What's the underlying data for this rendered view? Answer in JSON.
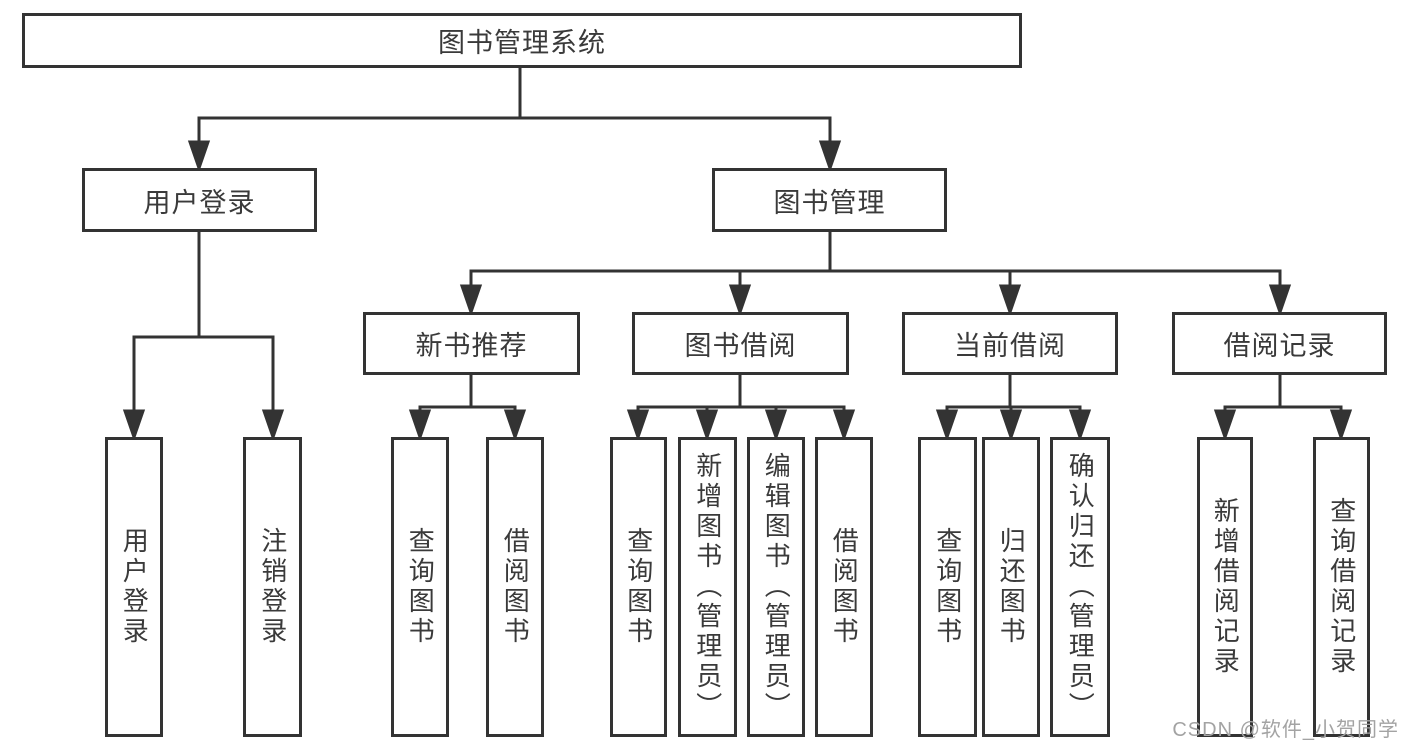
{
  "diagram": {
    "title": "图书管理系统",
    "watermark": "CSDN @软件_小贺同学",
    "colors": {
      "line": "#333333",
      "border": "#333333",
      "text": "#3a3a3a",
      "watermark": "#a3a3a3",
      "background": "#ffffff"
    },
    "root": {
      "label": "图书管理系统"
    },
    "branches": [
      {
        "label": "用户登录",
        "children": [
          {
            "label": "用户登录"
          },
          {
            "label": "注销登录"
          }
        ]
      },
      {
        "label": "图书管理",
        "children": [
          {
            "label": "新书推荐",
            "children": [
              {
                "label": "查询图书"
              },
              {
                "label": "借阅图书"
              }
            ]
          },
          {
            "label": "图书借阅",
            "children": [
              {
                "label": "查询图书"
              },
              {
                "label": "新增图书（管理员）"
              },
              {
                "label": "编辑图书（管理员）"
              },
              {
                "label": "借阅图书"
              }
            ]
          },
          {
            "label": "当前借阅",
            "children": [
              {
                "label": "查询图书"
              },
              {
                "label": "归还图书"
              },
              {
                "label": "确认归还（管理员）"
              }
            ]
          },
          {
            "label": "借阅记录",
            "children": [
              {
                "label": "新增借阅记录"
              },
              {
                "label": "查询借阅记录"
              }
            ]
          }
        ]
      }
    ]
  }
}
